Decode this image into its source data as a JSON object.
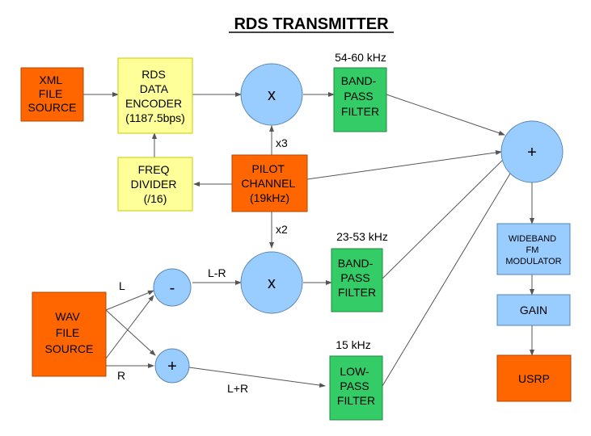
{
  "title": "RDS TRANSMITTER",
  "blocks": {
    "xml_source": [
      "XML",
      "FILE",
      "SOURCE"
    ],
    "rds_encoder": [
      "RDS",
      "DATA",
      "ENCODER",
      "(1187.5bps)"
    ],
    "freq_divider": [
      "FREQ",
      "DIVIDER",
      "(/16)"
    ],
    "pilot": [
      "PILOT",
      "CHANNEL",
      "(19kHz)"
    ],
    "bpf_top": [
      "BAND-",
      "PASS",
      "FILTER"
    ],
    "bpf_mid": [
      "BAND-",
      "PASS",
      "FILTER"
    ],
    "lpf": [
      "LOW-",
      "PASS",
      "FILTER"
    ],
    "wav_source": [
      "WAV",
      "FILE",
      "SOURCE"
    ],
    "fm_mod": [
      "WIDEBAND",
      "FM",
      "MODULATOR"
    ],
    "gain": [
      "GAIN"
    ],
    "usrp": [
      "USRP"
    ]
  },
  "operators": {
    "mult_top": "x",
    "mult_mid": "x",
    "sum_main": "+",
    "diff": "-",
    "sum_lr": "+"
  },
  "labels": {
    "bpf_top_freq": "54-60 kHz",
    "bpf_mid_freq": "23-53 kHz",
    "lpf_freq": "15 kHz",
    "x3": "x3",
    "x2": "x2",
    "l": "L",
    "r": "R",
    "l_minus_r": "L-R",
    "l_plus_r": "L+R"
  }
}
